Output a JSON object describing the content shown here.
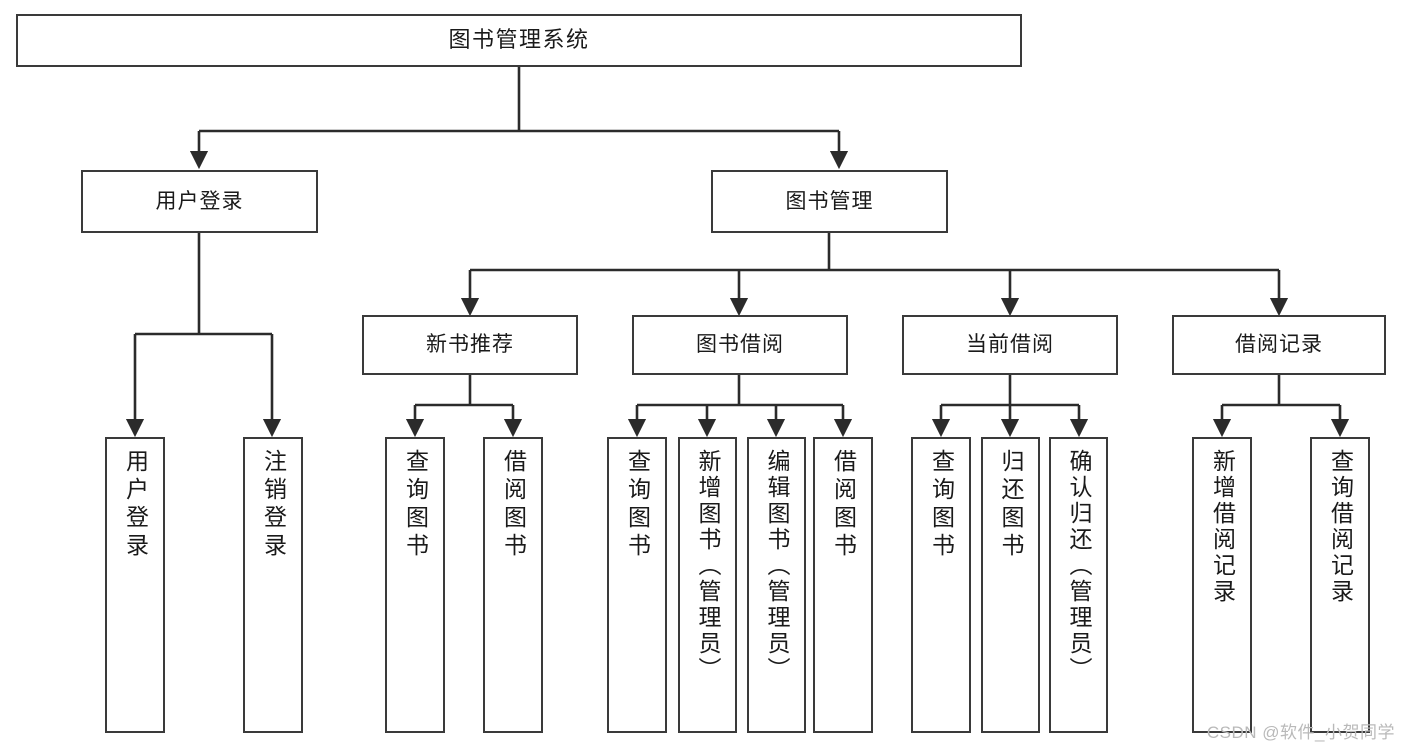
{
  "diagram": {
    "title": "图书管理系统",
    "type": "functional-structure-tree",
    "watermark": "CSDN @软件_小贺同学",
    "colors": {
      "border": "#3a3a3a",
      "background": "#ffffff",
      "text": "#1a1a1a",
      "connector": "#2b2b2b",
      "watermark": "#b9b9b9"
    }
  },
  "nodes": {
    "root": {
      "label": "图书管理系统"
    },
    "level2": [
      {
        "label": "用户登录"
      },
      {
        "label": "图书管理"
      }
    ],
    "level3": [
      {
        "label": "新书推荐"
      },
      {
        "label": "图书借阅"
      },
      {
        "label": "当前借阅"
      },
      {
        "label": "借阅记录"
      }
    ],
    "leaves": {
      "user_login": [
        {
          "label": "用户登录"
        },
        {
          "label": "注销登录"
        }
      ],
      "new_book": [
        {
          "label": "查询图书"
        },
        {
          "label": "借阅图书"
        }
      ],
      "book_borrow": [
        {
          "label": "查询图书"
        },
        {
          "label": "新增图书（管理员）"
        },
        {
          "label": "编辑图书（管理员）"
        },
        {
          "label": "借阅图书"
        }
      ],
      "current_borrow": [
        {
          "label": "查询图书"
        },
        {
          "label": "归还图书"
        },
        {
          "label": "确认归还（管理员）"
        }
      ],
      "borrow_record": [
        {
          "label": "新增借阅记录"
        },
        {
          "label": "查询借阅记录"
        }
      ]
    }
  }
}
